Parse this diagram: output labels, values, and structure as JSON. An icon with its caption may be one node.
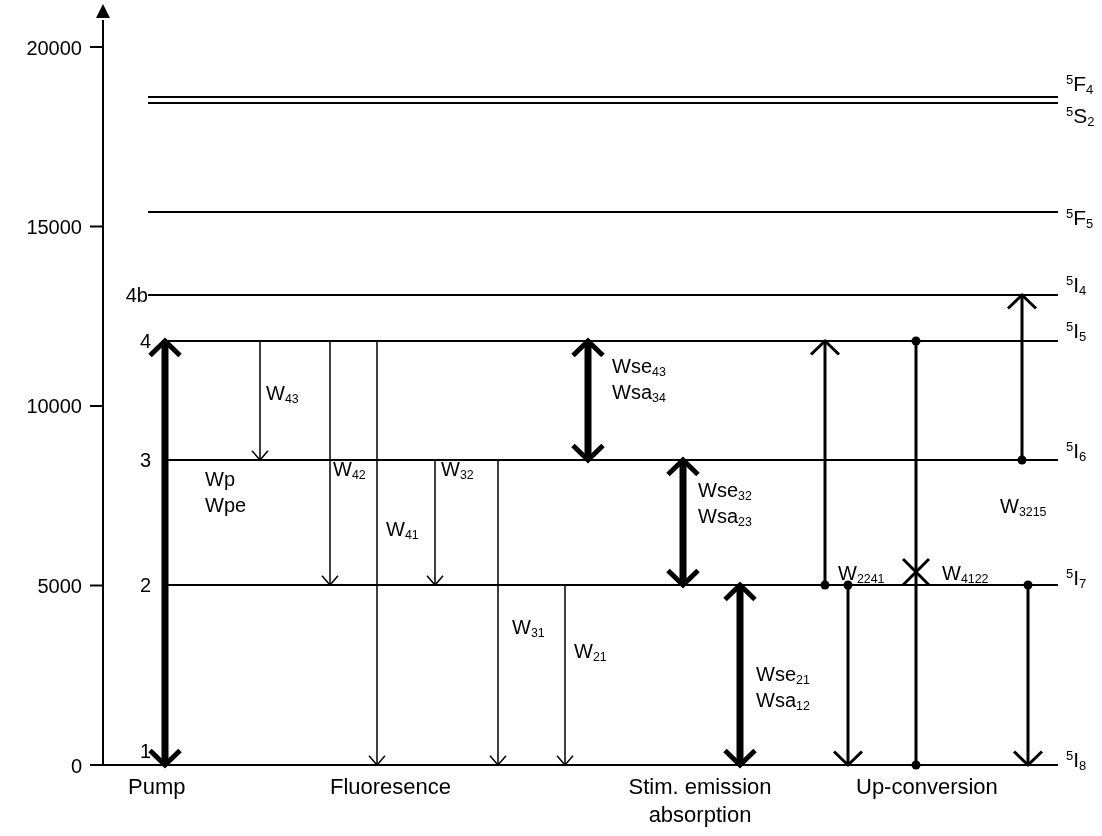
{
  "diagram": {
    "nodes": [
      {
        "text": [
          "$^{5}$F$_{4}$"
        ]
      },
      {
        "text": [
          "$^{5}$S$_{2}$"
        ]
      },
      {
        "text": [
          "$^{5}$F$_{5}$"
        ]
      },
      {
        "text": [
          "4b",
          "$^{5}$I$_{4}$"
        ]
      },
      {
        "text": [
          "4",
          "$^{5}$I$_{5}$"
        ]
      },
      {
        "text": [
          "3",
          "$^{5}$I$_{6}$"
        ]
      },
      {
        "text": [
          "2",
          "$^{5}$I$_{7}$"
        ]
      },
      {
        "text": [
          "1",
          "$^{5}$I$_{8}$"
        ]
      }
    ],
    "edges": [
      {
        "from": 7,
        "to": 4,
        "arrow": "both",
        "style": "thick",
        "label": "Wp Wpe"
      },
      {
        "from": 4,
        "to": 5,
        "arrow": "to",
        "label": "W$_{43}$"
      },
      {
        "from": 4,
        "to": 6,
        "arrow": "to",
        "label": "W$_{42}$"
      },
      {
        "from": 4,
        "to": 7,
        "arrow": "to",
        "label": "W$_{41}$"
      },
      {
        "from": 5,
        "to": 6,
        "arrow": "to",
        "label": "W$_{32}$"
      },
      {
        "from": 5,
        "to": 7,
        "arrow": "to",
        "label": "W$_{31}$"
      },
      {
        "from": 6,
        "to": 7,
        "arrow": "to",
        "label": "W$_{21}$"
      },
      {
        "from": 4,
        "to": 5,
        "arrow": "both",
        "style": "thick",
        "label": "Wse$_{43}$ Wsa$_{34}$"
      },
      {
        "from": 5,
        "to": 6,
        "arrow": "both",
        "style": "thick",
        "label": "Wse$_{32}$ Wsa$_{23}$"
      },
      {
        "from": 6,
        "to": 7,
        "arrow": "both",
        "style": "thick",
        "label": "Wse$_{21}$ Wsa$_{12}$"
      },
      {
        "from": 6,
        "to": 4,
        "arrow": "to"
      },
      {
        "from": 6,
        "to": 7,
        "arrow": "to",
        "label": "W$_{2241}$"
      },
      {
        "from": 4,
        "to": 7,
        "arrow": "other",
        "label": "W$_{4122}$"
      },
      {
        "from": 5,
        "to": 3,
        "arrow": "to",
        "label": "W$_{3215}$"
      },
      {
        "from": 6,
        "to": 7,
        "arrow": "to"
      }
    ],
    "labels": [
      "20000",
      "15000",
      "10000",
      "5000",
      "0",
      "Pump",
      "Fluoresence",
      "Stim. emission absorption",
      "Up-conversion"
    ]
  }
}
